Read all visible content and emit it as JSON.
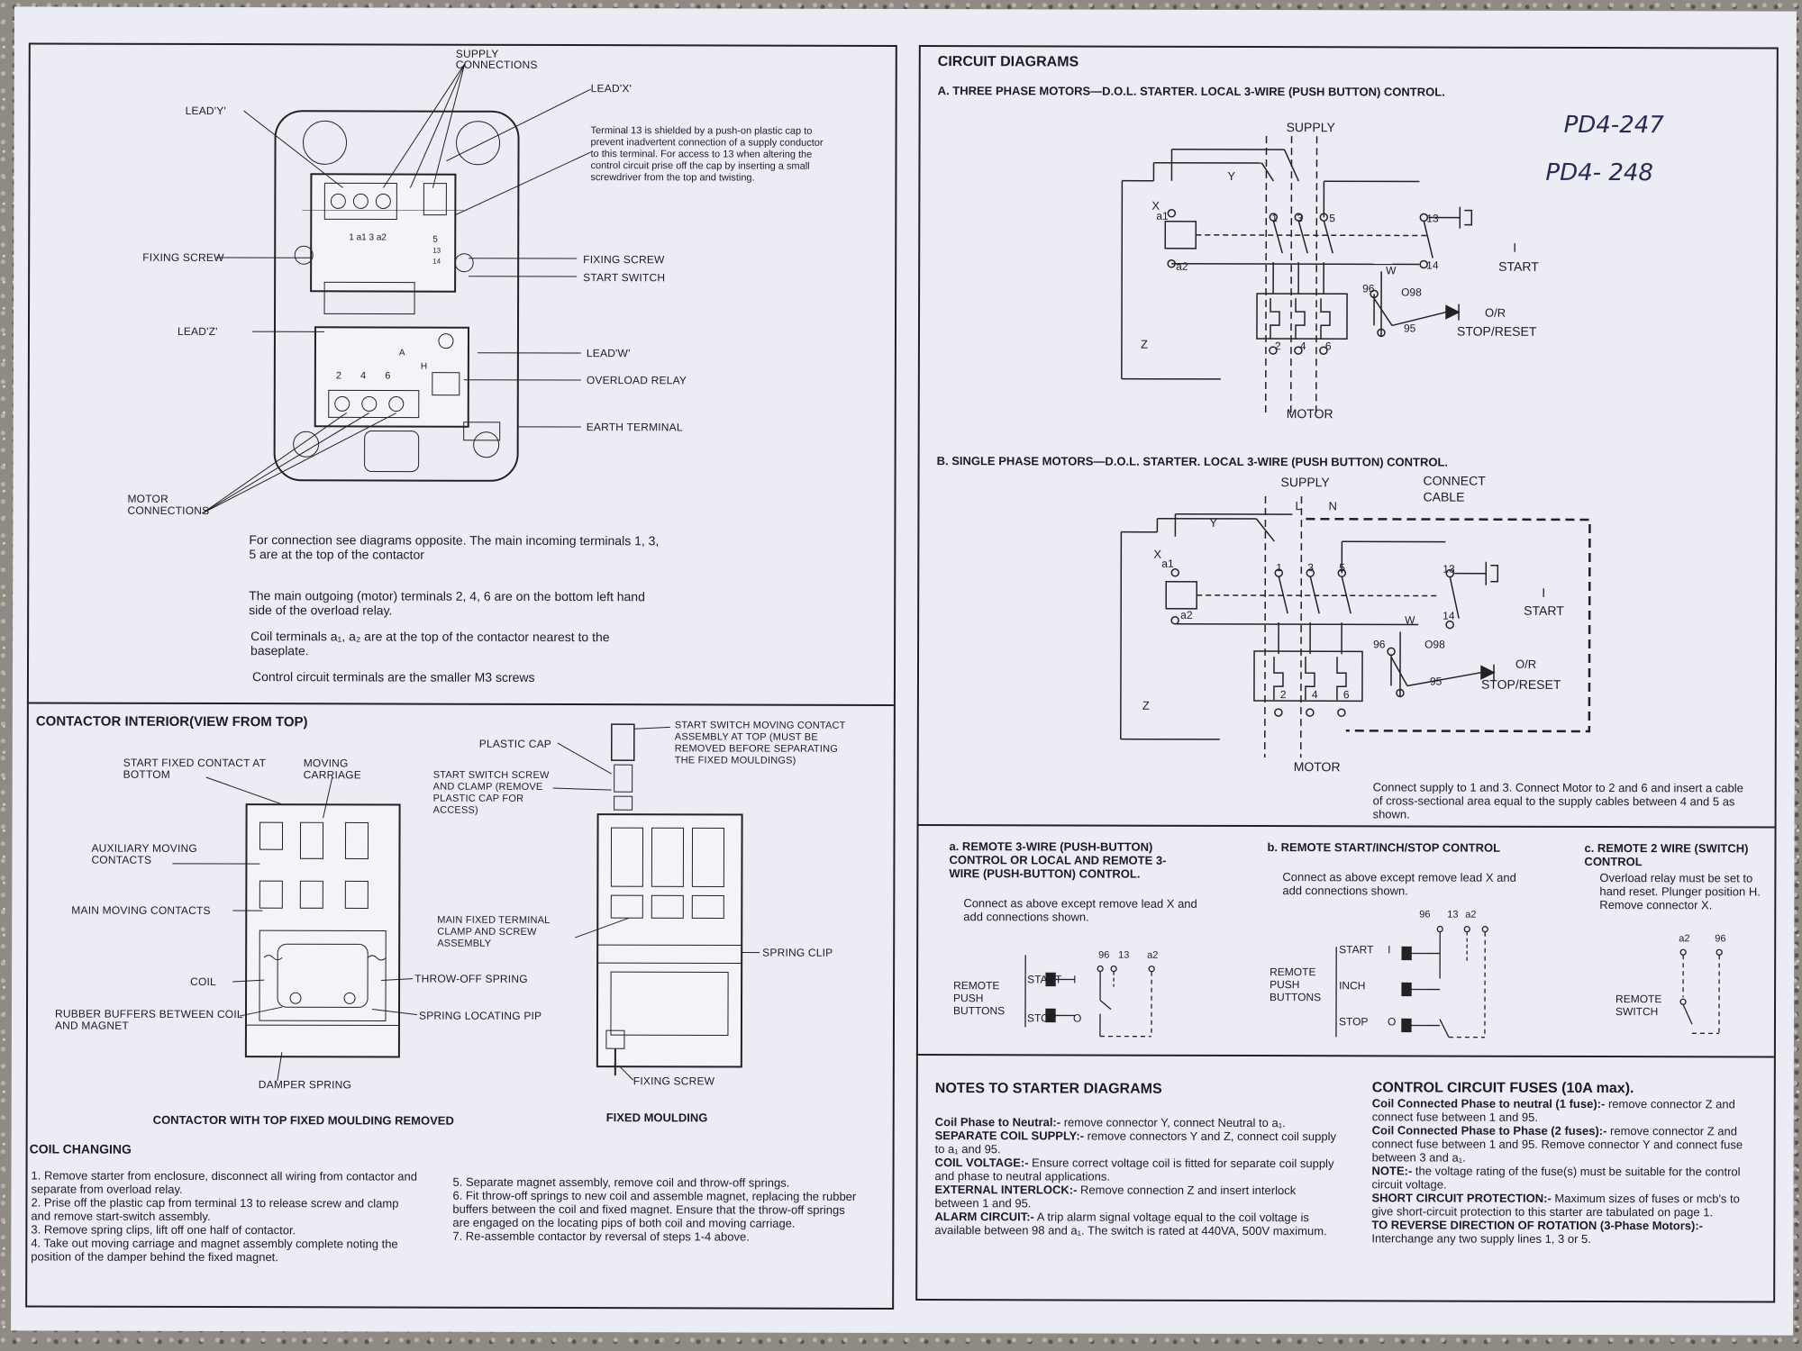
{
  "left": {
    "top_labels": {
      "supply": "SUPPLY CONNECTIONS",
      "lead_x": "LEAD'X'",
      "lead_y": "LEAD'Y'",
      "terminal13": "Terminal 13 is shielded by a push-on plastic cap to prevent inadvertent connection of a supply conductor to this terminal. For access to 13 when altering the control circuit prise off the cap by inserting a small screwdriver from the top and twisting.",
      "fixing_screw_l": "FIXING SCREW",
      "fixing_screw_r": "FIXING SCREW",
      "start_switch": "START SWITCH",
      "lead_z": "LEAD'Z'",
      "lead_w": "LEAD'W'",
      "overload": "OVERLOAD RELAY",
      "earth": "EARTH TERMINAL",
      "motor_conn": "MOTOR CONNECTIONS",
      "term_nums_top": "1 a1 3 a2",
      "term_5": "5",
      "term_13": "13",
      "term_14": "14",
      "term_nums_bot": "2  4  6",
      "relay_a": "A",
      "relay_h": "H"
    },
    "paragraphs": [
      "For connection see diagrams opposite. The main incoming terminals 1, 3, 5 are at the top of the contactor",
      "The main outgoing (motor) terminals 2, 4, 6 are on the bottom left hand side of the overload relay.",
      "Coil terminals a₁, a₂ are at the top of the contactor nearest to the baseplate.",
      "Control circuit terminals are the smaller M3 screws"
    ],
    "interior": {
      "title": "CONTACTOR  INTERIOR(VIEW FROM TOP)",
      "start_fixed": "START FIXED CONTACT AT BOTTOM",
      "moving_carriage": "MOVING CARRIAGE",
      "aux_moving": "AUXILIARY MOVING CONTACTS",
      "main_moving": "MAIN MOVING CONTACTS",
      "coil": "COIL",
      "rubber": "RUBBER BUFFERS BETWEEN COIL AND MAGNET",
      "damper": "DAMPER SPRING",
      "throw_off": "THROW-OFF SPRING",
      "spring_pip": "SPRING LOCATING PIP",
      "plastic_cap": "PLASTIC CAP",
      "start_screw": "START SWITCH SCREW AND CLAMP (REMOVE PLASTIC CAP FOR ACCESS)",
      "start_moving": "START SWITCH MOVING CONTACT ASSEMBLY AT TOP (MUST BE REMOVED BEFORE SEPARATING THE FIXED MOULDINGS)",
      "main_fixed": "MAIN FIXED TERMINAL CLAMP AND SCREW ASSEMBLY",
      "spring_clip": "SPRING CLIP",
      "fixing_screw": "FIXING  SCREW",
      "caption1": "CONTACTOR WITH TOP FIXED MOULDING REMOVED",
      "caption2": "FIXED MOULDING"
    },
    "coil_changing": {
      "title": "COIL CHANGING",
      "steps_left": [
        "1.  Remove starter from enclosure, disconnect all wiring from contactor and separate from overload relay.",
        "2.  Prise off the plastic cap from terminal 13 to release screw and clamp and remove start-switch assembly.",
        "3.  Remove spring clips, lift off one half of contactor.",
        "4.  Take out moving carriage and magnet assembly complete noting the position of the damper behind the fixed magnet."
      ],
      "steps_right": [
        "5.  Separate magnet assembly, remove coil and throw-off springs.",
        "6.  Fit throw-off springs to new coil and assemble magnet, replacing the rubber buffers between the coil and fixed magnet. Ensure that the throw-off springs are engaged on the locating pips of both coil and moving carriage.",
        "7.  Re-assemble contactor by reversal of steps 1-4 above."
      ]
    }
  },
  "right": {
    "title": "CIRCUIT DIAGRAMS",
    "a_title": "A. THREE PHASE MOTORS—D.O.L. STARTER. LOCAL 3-WIRE (PUSH BUTTON) CONTROL.",
    "handwriting": [
      "PD4-247",
      "PD4- 248"
    ],
    "supply": "SUPPLY",
    "motor": "MOTOR",
    "start": "START",
    "stop_reset": "STOP/RESET",
    "i_label": "I",
    "or_label": "O/R",
    "b_title": "B. SINGLE PHASE MOTORS—D.O.L. STARTER. LOCAL 3-WIRE (PUSH BUTTON) CONTROL.",
    "connect_cable": "CONNECT CABLE",
    "l_label": "L",
    "n_label": "N",
    "b_note": "Connect supply to 1 and 3. Connect Motor to 2 and 6 and insert a cable of cross-sectional area equal to the supply cables between 4 and 5 as shown.",
    "wire_labels": {
      "x": "X",
      "y": "Y",
      "z": "Z",
      "w": "W",
      "a1": "a1",
      "a2": "a2",
      "t1": "1",
      "t3": "3",
      "t5": "5",
      "t2": "2",
      "t4": "4",
      "t6": "6",
      "t13": "13",
      "t14": "14",
      "t96": "96",
      "t98": "O98",
      "t95": "95"
    },
    "remote": {
      "a_title": "a. REMOTE 3-WIRE (PUSH-BUTTON) CONTROL OR LOCAL AND REMOTE 3-WIRE (PUSH-BUTTON) CONTROL.",
      "a_text": "Connect as above except remove lead X and add connections shown.",
      "b_title": "b. REMOTE START/INCH/STOP CONTROL",
      "b_text": "Connect as above except remove lead X and add connections shown.",
      "c_title": "c. REMOTE 2 WIRE (SWITCH) CONTROL",
      "c_text": "Overload relay must be set to hand reset. Plunger position H. Remove connector X.",
      "remote_push": "REMOTE PUSH BUTTONS",
      "start": "START",
      "stop": "STOP",
      "inch": "INCH",
      "remote_switch": "REMOTE SWITCH",
      "i": "I",
      "o": "O",
      "n96": "96",
      "n13": "13",
      "a2": "a2"
    },
    "notes_title": "NOTES TO STARTER DIAGRAMS",
    "notes": [
      {
        "b": "Coil Phase to Neutral:-",
        "t": " remove connector Y, connect Neutral to a₁."
      },
      {
        "b": "SEPARATE COIL SUPPLY:-",
        "t": " remove connectors Y and Z, connect coil supply to a₁ and 95."
      },
      {
        "b": "COIL VOLTAGE:-",
        "t": " Ensure correct voltage coil is fitted for separate coil supply and phase to neutral applications."
      },
      {
        "b": "EXTERNAL INTERLOCK:-",
        "t": " Remove connection Z and insert interlock between 1 and 95."
      },
      {
        "b": "ALARM CIRCUIT:-",
        "t": " A trip alarm signal voltage equal to the coil voltage is available between 98 and a₁. The switch is rated at 440VA, 500V maximum."
      }
    ],
    "fuses_title": "CONTROL CIRCUIT FUSES (10A max).",
    "fuses": [
      {
        "b": "Coil Connected Phase to neutral (1 fuse):-",
        "t": " remove connector Z and connect fuse between 1 and 95."
      },
      {
        "b": "Coil Connected Phase to Phase (2 fuses):-",
        "t": " remove connector Z and connect fuse between 1 and 95. Remove connector Y and connect fuse between 3 and a₁."
      },
      {
        "b": "NOTE:-",
        "t": " the voltage rating of the fuse(s) must be suitable for the control circuit voltage."
      },
      {
        "b": "SHORT CIRCUIT PROTECTION:-",
        "t": " Maximum sizes of fuses or mcb's to give short-circuit protection to this starter are tabulated on page 1."
      },
      {
        "b": "TO REVERSE DIRECTION OF ROTATION (3-Phase Motors):-",
        "t": " Interchange any two supply lines 1, 3 or 5."
      }
    ]
  }
}
